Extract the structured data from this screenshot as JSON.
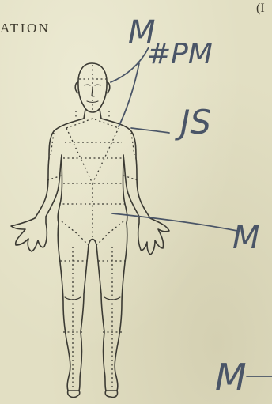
{
  "document": {
    "heading": "ATION",
    "corner_mark": "(I"
  },
  "annotations": {
    "top_initial": "M",
    "top_note": "#PM",
    "chest_note": "JS",
    "groin_initial": "M",
    "bottom_initial": "M"
  },
  "colors": {
    "paper": "#e2dfc3",
    "print_ink": "#3e3a2e",
    "pen_ink": "#4a5567"
  }
}
